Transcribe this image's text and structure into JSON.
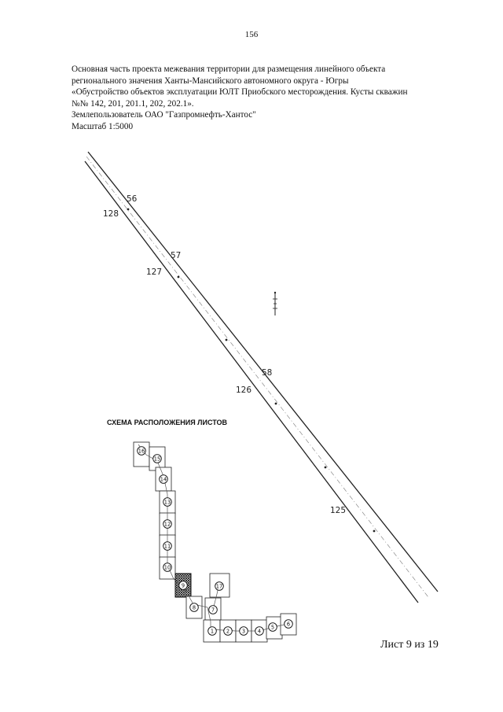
{
  "page_number": "156",
  "header": {
    "lines": [
      "Основная часть проекта межевания территории для размещения линейного объекта",
      "регионального значения Ханты-Мансийского автономного округа - Югры",
      "«Обустройство объектов эксплуатации ЮЛТ Приобского месторождения. Кусты скважин",
      "№№ 142, 201, 201.1, 202, 202.1».",
      "Землепользователь ОАО \"Газпромнефть-Хантос\"",
      "Масштаб 1:5000"
    ]
  },
  "drawing": {
    "point_labels": [
      "56",
      "57",
      "58",
      "125",
      "126",
      "127",
      "128"
    ]
  },
  "scheme": {
    "title": "СХЕМА РАСПОЛОЖЕНИЯ ЛИСТОВ",
    "sheets": [
      "1",
      "2",
      "3",
      "4",
      "5",
      "6",
      "7",
      "8",
      "9",
      "10",
      "11",
      "12",
      "13",
      "14",
      "15",
      "16",
      "17"
    ],
    "current_sheet": "9"
  },
  "footer": {
    "sheet_label": "Лист 9 из 19"
  }
}
